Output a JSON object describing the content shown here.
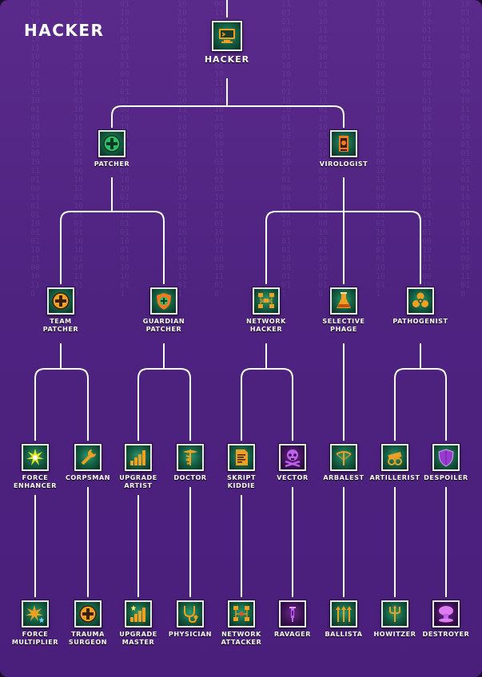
{
  "page_title": "HACKER",
  "nodes": {
    "hacker": "HACKER",
    "patcher": "PATCHER",
    "virologist": "VIROLOGIST",
    "team_patcher": "TEAM\nPATCHER",
    "guardian_patcher": "GUARDIAN\nPATCHER",
    "network_hacker": "NETWORK\nHACKER",
    "selective_phage": "SELECTIVE\nPHAGE",
    "pathogenist": "PATHOGENIST",
    "force_enhancer": "FORCE\nENHANCER",
    "corpsman": "CORPSMAN",
    "upgrade_artist": "UPGRADE\nARTIST",
    "doctor": "DOCTOR",
    "skript_kiddie": "SKRIPT\nKIDDIE",
    "vector": "VECTOR",
    "arbalest": "ARBALEST",
    "artillerist": "ARTILLERIST",
    "despoiler": "DESPOILER",
    "force_multiplier": "FORCE\nMULTIPLIER",
    "trauma_surgeon": "TRAUMA\nSURGEON",
    "upgrade_master": "UPGRADE\nMASTER",
    "physician": "PHYSICIAN",
    "network_attacker": "NETWORK\nATTACKER",
    "ravager": "RAVAGER",
    "ballista": "BALLISTA",
    "howitzer": "HOWITZER",
    "destroyer": "DESTROYER"
  },
  "icons": {
    "hacker": "computer-terminal-icon",
    "patcher": "medical-cross-icon",
    "virologist": "biohazard-canister-icon",
    "team_patcher": "team-cross-icon",
    "guardian_patcher": "shield-cross-icon",
    "network_hacker": "network-nodes-icon",
    "selective_phage": "flask-icon",
    "pathogenist": "biohazard-icon",
    "force_enhancer": "energy-burst-icon",
    "corpsman": "wrench-icon",
    "upgrade_artist": "bar-graph-icon",
    "doctor": "caduceus-icon",
    "skript_kiddie": "code-document-icon",
    "vector": "skull-crossbones-icon",
    "arbalest": "crossbow-icon",
    "artillerist": "cannon-icon",
    "despoiler": "purple-shield-icon",
    "force_multiplier": "energy-burst-star-icon",
    "trauma_surgeon": "medical-cross-icon",
    "upgrade_master": "bar-graph-star-icon",
    "physician": "stethoscope-icon",
    "network_attacker": "network-attack-icon",
    "ravager": "syringe-icon",
    "ballista": "arrows-icon",
    "howitzer": "trident-icon",
    "destroyer": "mushroom-cloud-icon"
  },
  "colors": {
    "background": "#4e2380",
    "connector": "#ffffff",
    "tile_green": "#2c9a6e",
    "accent_orange": "#f0a020",
    "accent_purple": "#9a3ad0"
  }
}
